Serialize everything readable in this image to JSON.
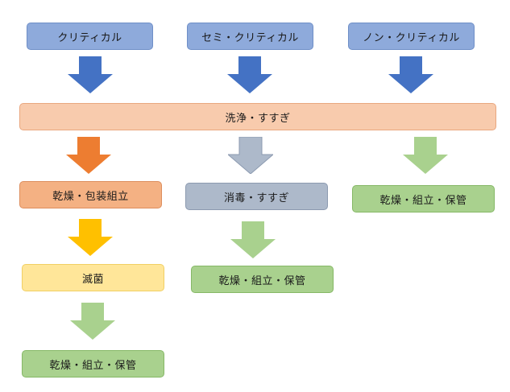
{
  "top": {
    "critical": "クリティカル",
    "semi_critical": "セミ・クリティカル",
    "non_critical": "ノン・クリティカル"
  },
  "wash": "洗浄・すすぎ",
  "critical_path": {
    "dry_pack": "乾燥・包装組立",
    "sterilize": "滅菌",
    "final": "乾燥・組立・保管"
  },
  "semi_path": {
    "disinfect": "消毒・すすぎ",
    "final": "乾燥・組立・保管"
  },
  "non_path": {
    "final": "乾燥・組立・保管"
  },
  "colors": {
    "blue_arrow": "#4472c4",
    "orange_arrow": "#ed7d31",
    "gray_arrow": "#adb9ca",
    "yellow_arrow": "#ffc000",
    "green_arrow": "#a9d18e"
  }
}
